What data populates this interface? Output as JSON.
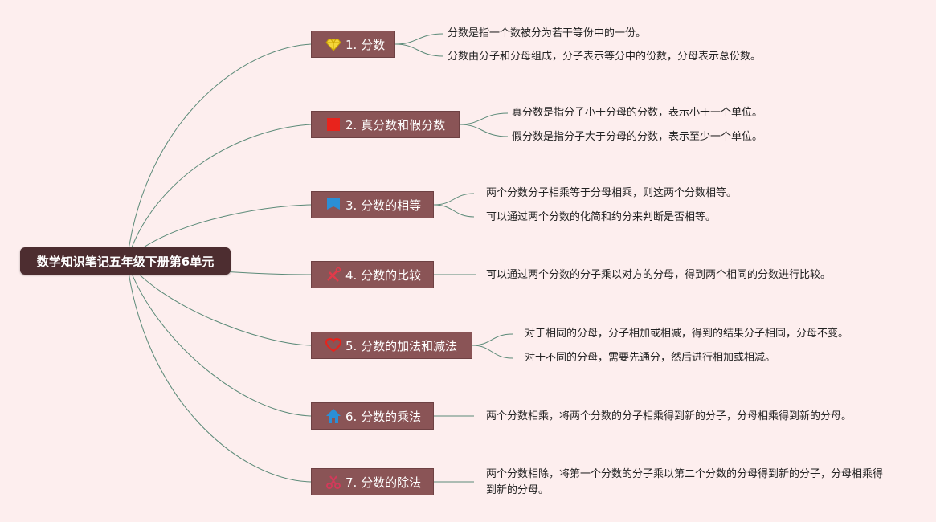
{
  "root": {
    "title": "数学知识笔记五年级下册第6单元"
  },
  "branches": [
    {
      "label": "1. 分数",
      "icon": "diamond-icon",
      "leaves": [
        "分数是指一个数被分为若干等份中的一份。",
        "分数由分子和分母组成，分子表示等分中的份数，分母表示总份数。"
      ]
    },
    {
      "label": "2. 真分数和假分数",
      "icon": "red-square-icon",
      "leaves": [
        "真分数是指分子小于分母的分数，表示小于一个单位。",
        "假分数是指分子大于分母的分数，表示至少一个单位。"
      ]
    },
    {
      "label": "3. 分数的相等",
      "icon": "blue-flag-icon",
      "leaves": [
        "两个分数分子相乘等于分母相乘，则这两个分数相等。",
        "可以通过两个分数的化简和约分来判断是否相等。"
      ]
    },
    {
      "label": "4. 分数的比较",
      "icon": "tools-icon",
      "leaves": [
        "可以通过两个分数的分子乘以对方的分母，得到两个相同的分数进行比较。"
      ]
    },
    {
      "label": "5. 分数的加法和减法",
      "icon": "heart-outline-icon",
      "leaves": [
        "对于相同的分母，分子相加或相减，得到的结果分子相同，分母不变。",
        "对于不同的分母，需要先通分，然后进行相加或相减。"
      ]
    },
    {
      "label": "6. 分数的乘法",
      "icon": "house-icon",
      "leaves": [
        "两个分数相乘，将两个分数的分子相乘得到新的分子，分母相乘得到新的分母。"
      ]
    },
    {
      "label": "7. 分数的除法",
      "icon": "scissors-icon",
      "leaves": [
        "两个分数相除，将第一个分数的分子乘以第二个分数的分母得到新的分子，分母相乘得到新的分母。"
      ]
    }
  ],
  "colors": {
    "background": "#fdeeee",
    "root": "#4d2d30",
    "branch": "#8a5456",
    "connector": "#5b8a78"
  }
}
